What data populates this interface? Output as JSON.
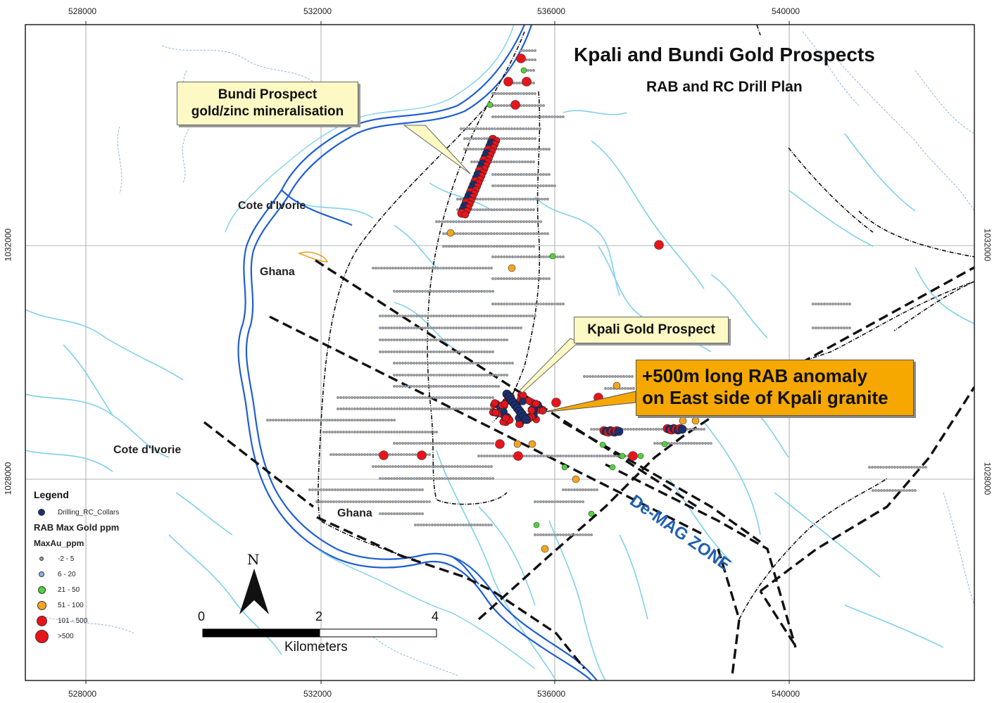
{
  "title": "Kpali and Bundi Gold Prospects",
  "subtitle": "RAB and RC Drill Plan",
  "x_ticks": [
    "528000",
    "532000",
    "536000",
    "540000"
  ],
  "y_ticks": [
    "1032000",
    "1028000"
  ],
  "callouts": {
    "bundi_line1": "Bundi Prospect",
    "bundi_line2": "gold/zinc mineralisation",
    "kpali": "Kpali Gold Prospect",
    "anomaly_line1": "+500m long RAB anomaly",
    "anomaly_line2": "on East side of Kpali granite"
  },
  "places": {
    "cote_north": "Cote d'Ivorie",
    "ghana_north": "Ghana",
    "cote_south": "Cote d'Ivorie",
    "ghana_south": "Ghana",
    "zone": "De-MAG ZONE"
  },
  "legend": {
    "title": "Legend",
    "collars": "Drilling_RC_Collars",
    "rab_title": "RAB Max Gold ppm",
    "field": "MaxAu_ppm",
    "classes": [
      {
        "label": "-2 - 5",
        "color": "#9e9e9e",
        "size": 4
      },
      {
        "label": "6 - 20",
        "color": "#8fb0e6",
        "size": 6
      },
      {
        "label": "21 - 50",
        "color": "#4fd43b",
        "size": 9
      },
      {
        "label": "51 - 100",
        "color": "#f3a521",
        "size": 11
      },
      {
        "label": "101 - 500",
        "color": "#e8141b",
        "size": 13
      },
      {
        "label": ">500",
        "color": "#e8141b",
        "size": 17
      }
    ],
    "collar_color": "#1a2f6e"
  },
  "scale": {
    "ticks": [
      "0",
      "2",
      "4"
    ],
    "unit": "Kilometers"
  },
  "north": "N",
  "colors": {
    "river": "#1f5fd1",
    "stream": "#7fd0ec",
    "creek": "#8fb4e0"
  }
}
